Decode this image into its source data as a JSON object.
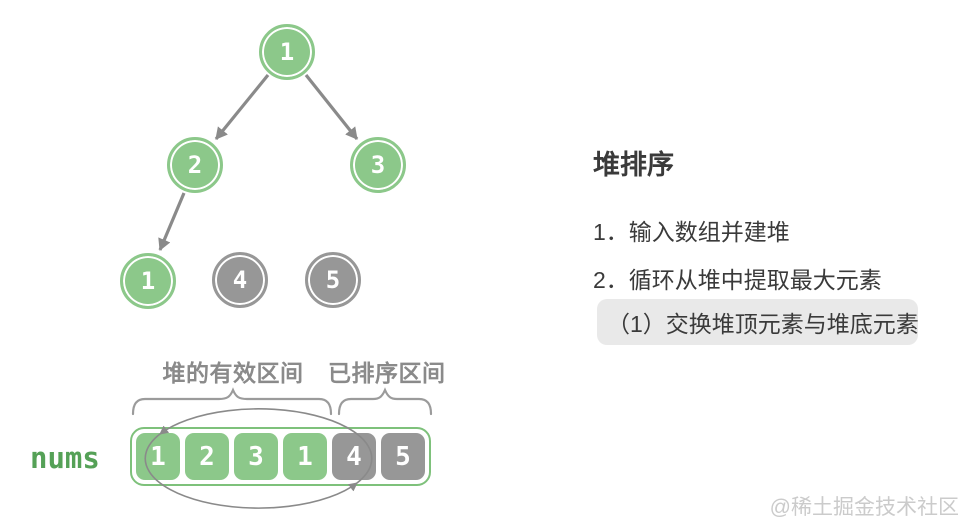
{
  "panel": {
    "title": "堆排序",
    "steps": [
      "1．输入数组并建堆",
      "2．循环从堆中提取最大元素"
    ],
    "substep": "（1）交换堆顶元素与堆底元素"
  },
  "tree": {
    "nodes": [
      {
        "value": "1",
        "state": "heap"
      },
      {
        "value": "2",
        "state": "heap"
      },
      {
        "value": "3",
        "state": "heap"
      },
      {
        "value": "1",
        "state": "heap"
      },
      {
        "value": "4",
        "state": "sorted"
      },
      {
        "value": "5",
        "state": "sorted"
      }
    ]
  },
  "array": {
    "label": "nums",
    "cells": [
      {
        "value": "1",
        "state": "heap"
      },
      {
        "value": "2",
        "state": "heap"
      },
      {
        "value": "3",
        "state": "heap"
      },
      {
        "value": "1",
        "state": "heap"
      },
      {
        "value": "4",
        "state": "sorted"
      },
      {
        "value": "5",
        "state": "sorted"
      }
    ],
    "zones": [
      {
        "label": "堆的有效区间"
      },
      {
        "label": "已排序区间"
      }
    ]
  },
  "watermark": "@稀土掘金技术社区",
  "colors": {
    "heap_green": "#8cc88a",
    "sorted_gray": "#979797",
    "array_border_green": "#7ec17b",
    "nums_green": "#55a157",
    "edge_gray": "#8a8a8a",
    "brace_gray": "#9b9b9b",
    "label_gray": "#8a8a8a",
    "text_dark": "#3a3a3a",
    "highlight_bg": "#e9e9e9",
    "watermark_gray": "#cbcbcb"
  }
}
